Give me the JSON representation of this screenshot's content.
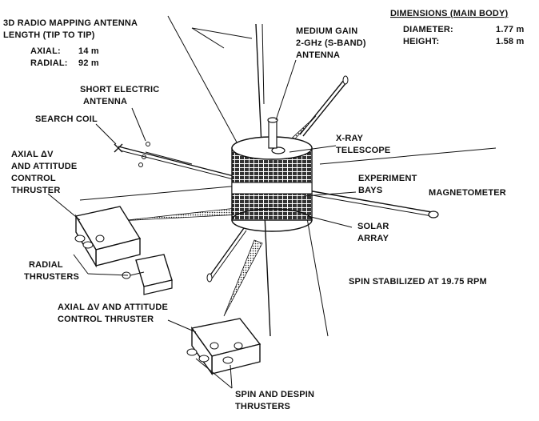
{
  "labels": {
    "radio_antenna": [
      "3D RADIO MAPPING ANTENNA",
      "LENGTH (TIP TO TIP)"
    ],
    "axial_len": {
      "name": "AXIAL:",
      "value": "14 m"
    },
    "radial_len": {
      "name": "RADIAL:",
      "value": "92 m"
    },
    "dimensions_title": "DIMENSIONS (MAIN BODY)",
    "diameter": {
      "name": "DIAMETER:",
      "value": "1.77 m"
    },
    "height": {
      "name": "HEIGHT:",
      "value": "1.58 m"
    },
    "medium_gain": [
      "MEDIUM GAIN",
      "2-GHz (S-BAND)",
      "ANTENNA"
    ],
    "short_electric": [
      "SHORT ELECTRIC",
      "ANTENNA"
    ],
    "search_coil": "SEARCH COIL",
    "xray": [
      "X-RAY",
      "TELESCOPE"
    ],
    "axial_thruster_left": [
      "AXIAL ΔV",
      "AND ATTITUDE",
      "CONTROL",
      "THRUSTER"
    ],
    "experiment_bays": [
      "EXPERIMENT",
      "BAYS"
    ],
    "magnetometer": "MAGNETOMETER",
    "solar_array": [
      "SOLAR",
      "ARRAY"
    ],
    "radial_thrusters": [
      "RADIAL",
      "THRUSTERS"
    ],
    "spin_stabilized": "SPIN STABILIZED AT 19.75 RPM",
    "axial_thruster_bottom": [
      "AXIAL ΔV AND ATTITUDE",
      "CONTROL THRUSTER"
    ],
    "spin_despin": [
      "SPIN AND DESPIN",
      "THRUSTERS"
    ]
  },
  "colors": {
    "ink": "#111111",
    "background": "#ffffff"
  }
}
